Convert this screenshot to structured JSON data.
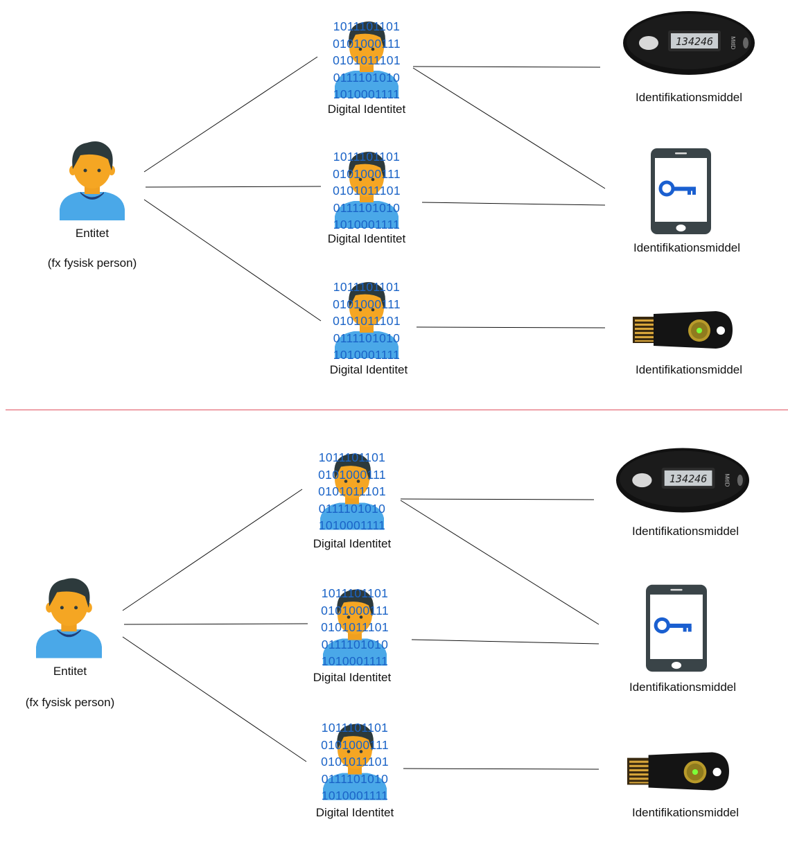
{
  "panels": [
    {
      "entity": {
        "label": "Entitet",
        "sublabel": "(fx fysisk person)"
      },
      "identities": [
        {
          "label": "Digital Identitet",
          "binary": [
            "1011101101",
            "0101000111",
            "0101011101",
            "0111101010",
            "1010001111"
          ]
        },
        {
          "label": "Digital Identitet",
          "binary": [
            "1011101101",
            "0101000111",
            "0101011101",
            "0111101010",
            "1010001111"
          ]
        },
        {
          "label": "Digital Identitet",
          "binary": [
            "1011101101",
            "0101000111",
            "0101011101",
            "0111101010",
            "1010001111"
          ]
        }
      ],
      "means": [
        {
          "label": "Identifikationsmiddel",
          "device": "code-token",
          "display": "134246",
          "brand": "MitID"
        },
        {
          "label": "Identifikationsmiddel",
          "device": "phone-key-app"
        },
        {
          "label": "Identifikationsmiddel",
          "device": "usb-security-key"
        }
      ]
    },
    {
      "entity": {
        "label": "Entitet",
        "sublabel": "(fx fysisk person)"
      },
      "identities": [
        {
          "label": "Digital Identitet",
          "binary": [
            "1011101101",
            "0101000111",
            "0101011101",
            "0111101010",
            "1010001111"
          ]
        },
        {
          "label": "Digital Identitet",
          "binary": [
            "1011101101",
            "0101000111",
            "0101011101",
            "0111101010",
            "1010001111"
          ]
        },
        {
          "label": "Digital Identitet",
          "binary": [
            "1011101101",
            "0101000111",
            "0101011101",
            "0111101010",
            "1010001111"
          ]
        }
      ],
      "means": [
        {
          "label": "Identifikationsmiddel",
          "device": "code-token",
          "display": "134246",
          "brand": "MitID"
        },
        {
          "label": "Identifikationsmiddel",
          "device": "phone-key-app"
        },
        {
          "label": "Identifikationsmiddel",
          "device": "usb-security-key"
        }
      ]
    }
  ],
  "colors": {
    "binary": "#1a63c7",
    "divider": "#e0505e",
    "skin": "#f5a623",
    "hair": "#2d3a3c",
    "shirt": "#4aa8e8"
  }
}
